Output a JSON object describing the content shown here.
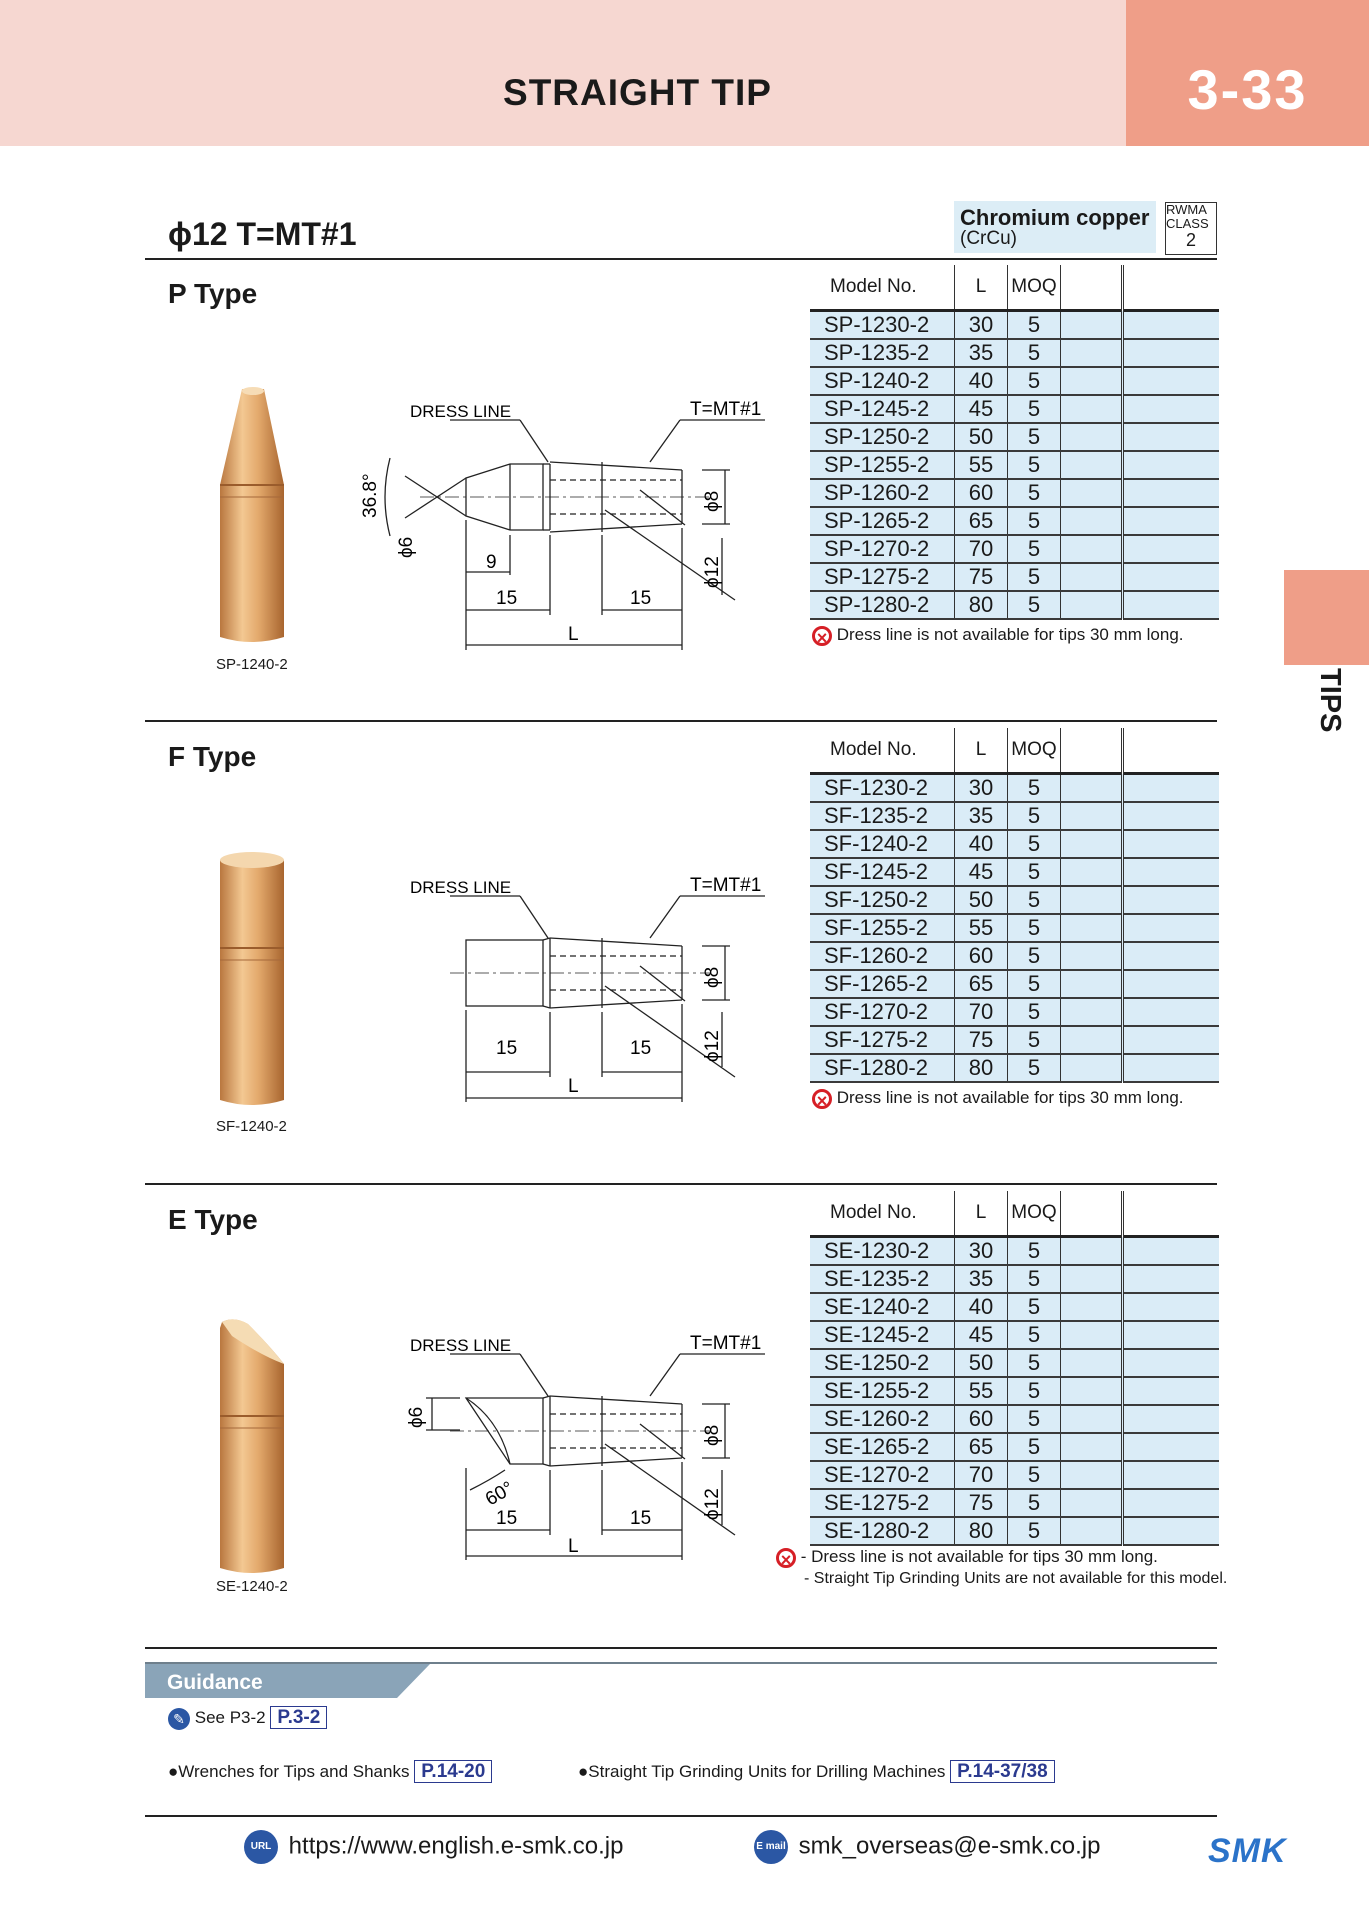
{
  "header": {
    "title": "STRAIGHT TIP",
    "page_number": "3-33"
  },
  "side_tab": {
    "label": "TIPS"
  },
  "section": {
    "size_title": "ϕ12  T=MT#1"
  },
  "material": {
    "name": "Chromium copper",
    "sub": "(CrCu)",
    "rwma_line1": "RWMA",
    "rwma_line2": "CLASS",
    "rwma_class": "2"
  },
  "columns": {
    "model": "Model No.",
    "length": "L",
    "moq": "MOQ"
  },
  "drawing_labels": {
    "dress_line": "DRESS LINE",
    "taper": "T=MT#1",
    "phi8": "ϕ8",
    "phi12": "ϕ12",
    "phi6": "ϕ6",
    "angle_p": "36.8°",
    "angle_e": "60°",
    "dim_15": "15",
    "dim_9": "9",
    "dim_L": "L"
  },
  "p_type": {
    "title": "P Type",
    "photo_caption": "SP-1240-2",
    "rows": [
      {
        "model": "SP-1230-2",
        "l": "30",
        "moq": "5"
      },
      {
        "model": "SP-1235-2",
        "l": "35",
        "moq": "5"
      },
      {
        "model": "SP-1240-2",
        "l": "40",
        "moq": "5"
      },
      {
        "model": "SP-1245-2",
        "l": "45",
        "moq": "5"
      },
      {
        "model": "SP-1250-2",
        "l": "50",
        "moq": "5"
      },
      {
        "model": "SP-1255-2",
        "l": "55",
        "moq": "5"
      },
      {
        "model": "SP-1260-2",
        "l": "60",
        "moq": "5"
      },
      {
        "model": "SP-1265-2",
        "l": "65",
        "moq": "5"
      },
      {
        "model": "SP-1270-2",
        "l": "70",
        "moq": "5"
      },
      {
        "model": "SP-1275-2",
        "l": "75",
        "moq": "5"
      },
      {
        "model": "SP-1280-2",
        "l": "80",
        "moq": "5"
      }
    ],
    "note": "Dress line is not available for tips 30 mm long."
  },
  "f_type": {
    "title": "F Type",
    "photo_caption": "SF-1240-2",
    "rows": [
      {
        "model": "SF-1230-2",
        "l": "30",
        "moq": "5"
      },
      {
        "model": "SF-1235-2",
        "l": "35",
        "moq": "5"
      },
      {
        "model": "SF-1240-2",
        "l": "40",
        "moq": "5"
      },
      {
        "model": "SF-1245-2",
        "l": "45",
        "moq": "5"
      },
      {
        "model": "SF-1250-2",
        "l": "50",
        "moq": "5"
      },
      {
        "model": "SF-1255-2",
        "l": "55",
        "moq": "5"
      },
      {
        "model": "SF-1260-2",
        "l": "60",
        "moq": "5"
      },
      {
        "model": "SF-1265-2",
        "l": "65",
        "moq": "5"
      },
      {
        "model": "SF-1270-2",
        "l": "70",
        "moq": "5"
      },
      {
        "model": "SF-1275-2",
        "l": "75",
        "moq": "5"
      },
      {
        "model": "SF-1280-2",
        "l": "80",
        "moq": "5"
      }
    ],
    "note": "Dress line is not available for tips 30 mm long."
  },
  "e_type": {
    "title": "E Type",
    "photo_caption": "SE-1240-2",
    "rows": [
      {
        "model": "SE-1230-2",
        "l": "30",
        "moq": "5"
      },
      {
        "model": "SE-1235-2",
        "l": "35",
        "moq": "5"
      },
      {
        "model": "SE-1240-2",
        "l": "40",
        "moq": "5"
      },
      {
        "model": "SE-1245-2",
        "l": "45",
        "moq": "5"
      },
      {
        "model": "SE-1250-2",
        "l": "50",
        "moq": "5"
      },
      {
        "model": "SE-1255-2",
        "l": "55",
        "moq": "5"
      },
      {
        "model": "SE-1260-2",
        "l": "60",
        "moq": "5"
      },
      {
        "model": "SE-1265-2",
        "l": "65",
        "moq": "5"
      },
      {
        "model": "SE-1270-2",
        "l": "70",
        "moq": "5"
      },
      {
        "model": "SE-1275-2",
        "l": "75",
        "moq": "5"
      },
      {
        "model": "SE-1280-2",
        "l": "80",
        "moq": "5"
      }
    ],
    "note_1": "- Dress line is not available for tips 30 mm long.",
    "note_2": "- Straight Tip Grinding Units are not available for this model."
  },
  "guidance": {
    "heading": "Guidance",
    "see_text": "See P3-2",
    "see_ref": "P.3-2",
    "item1_text": "●Wrenches for Tips and Shanks",
    "item1_ref": "P.14-20",
    "item2_text": "●Straight Tip Grinding Units for Drilling Machines",
    "item2_ref": "P.14-37/38"
  },
  "footer": {
    "url_badge": "URL",
    "url": "https://www.english.e-smk.co.jp",
    "mail_badge": "E mail",
    "email": "smk_overseas@e-smk.co.jp",
    "logo": "SMK"
  },
  "colors": {
    "header_bg": "#f6d7d1",
    "accent": "#ef9e88",
    "row_fill": "#daecf7",
    "ref_blue": "#2b3a8f"
  }
}
